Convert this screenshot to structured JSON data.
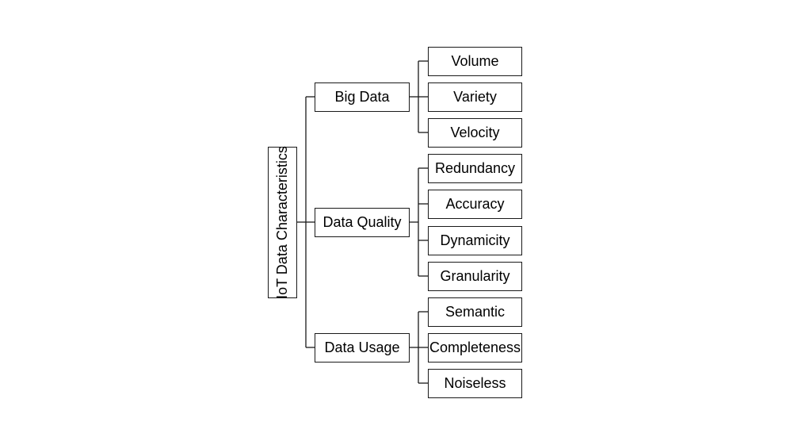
{
  "root": {
    "label": "IoT Data Characteristics"
  },
  "categories": [
    {
      "label": "Big Data",
      "children": [
        "Volume",
        "Variety",
        "Velocity"
      ]
    },
    {
      "label": "Data Quality",
      "children": [
        "Redundancy",
        "Accuracy",
        "Dynamicity",
        "Granularity"
      ]
    },
    {
      "label": "Data Usage",
      "children": [
        "Semantic",
        "Completeness",
        "Noiseless"
      ]
    }
  ]
}
